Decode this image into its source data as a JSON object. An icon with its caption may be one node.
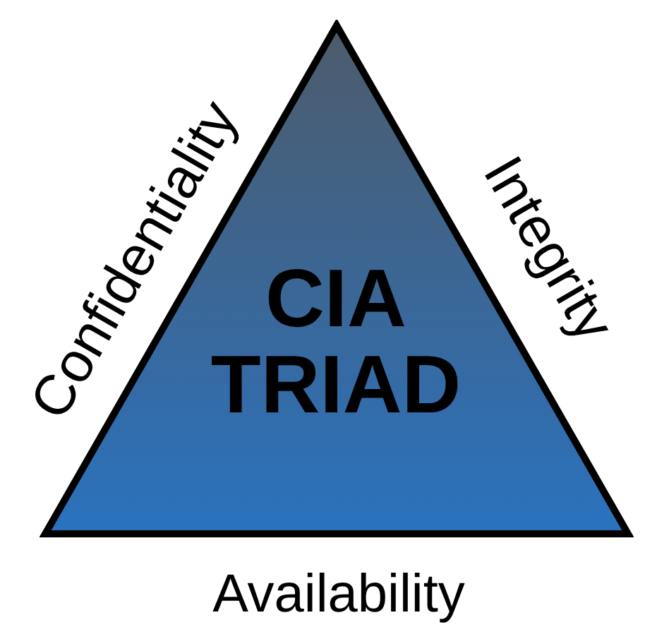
{
  "diagram": {
    "nodes": [
      {
        "text": [
          "CIA TRIAD"
        ]
      }
    ],
    "edges": [],
    "labels": [
      "Confidentiality",
      "Integrity",
      "Availability"
    ]
  }
}
